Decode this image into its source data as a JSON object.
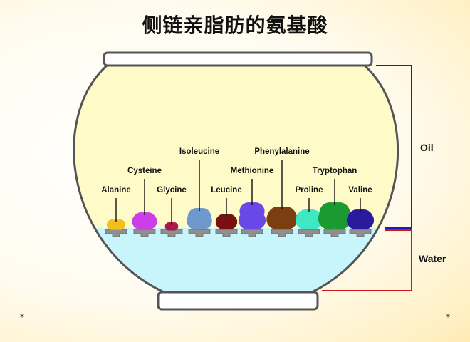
{
  "title": "侧链亲脂肪的氨基酸",
  "phases": [
    {
      "label": "Oil",
      "bracket_color": "#1a1ac8"
    },
    {
      "label": "Water",
      "bracket_color": "#d01818"
    }
  ],
  "amino_acids": [
    {
      "name": "Alanine",
      "color": "#f2c01e"
    },
    {
      "name": "Cysteine",
      "color": "#cc3fe8"
    },
    {
      "name": "Glycine",
      "color": "#a8184a"
    },
    {
      "name": "Isoleucine",
      "color": "#6f98cc"
    },
    {
      "name": "Leucine",
      "color": "#7a1010"
    },
    {
      "name": "Methionine",
      "color": "#6a48e8"
    },
    {
      "name": "Phenylalanine",
      "color": "#7a3e10"
    },
    {
      "name": "Proline",
      "color": "#3fe8c4"
    },
    {
      "name": "Tryptophan",
      "color": "#1a9a30"
    },
    {
      "name": "Valine",
      "color": "#2a1a9e"
    }
  ],
  "colors": {
    "oil": "#fefbc8",
    "water": "#c8f5fb",
    "bowl_outline": "#555555",
    "backbone": "#8f8f8f"
  },
  "footnote_marks": [
    "*",
    "*"
  ]
}
